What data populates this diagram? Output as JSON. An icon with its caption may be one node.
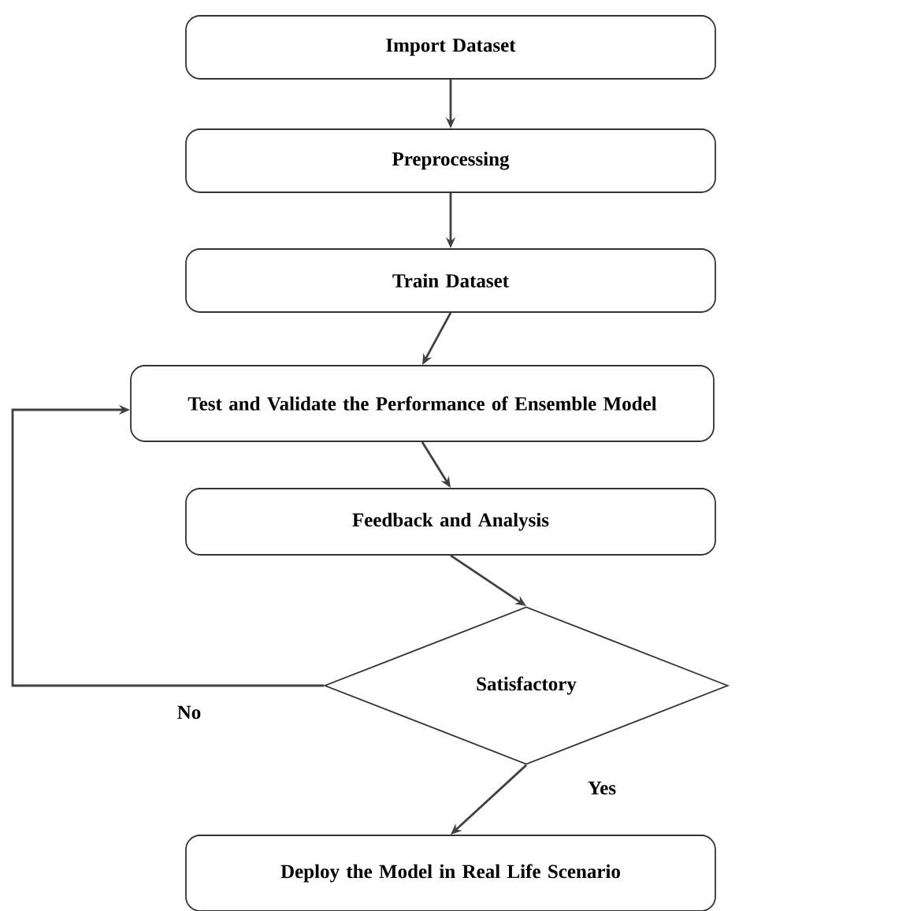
{
  "diagram": {
    "nodes": [
      {
        "text": [
          "Import Dataset"
        ]
      },
      {
        "text": [
          "Preprocessing"
        ]
      },
      {
        "text": [
          "Train Dataset"
        ]
      },
      {
        "text": [
          "Test and Validate the Performance of Ensemble Model"
        ]
      },
      {
        "text": [
          "Feedback and Analysis"
        ]
      },
      {
        "text": [
          "Satisfactory"
        ]
      },
      {
        "text": [
          "Deploy the Model in Real Life Scenario"
        ]
      }
    ],
    "edges": [
      {
        "from": 0,
        "to": 1,
        "arrow": "to"
      },
      {
        "from": 1,
        "to": 2,
        "arrow": "to"
      },
      {
        "from": 2,
        "to": 3,
        "arrow": "to"
      },
      {
        "from": 3,
        "to": 4,
        "arrow": "to"
      },
      {
        "from": 4,
        "to": 5,
        "arrow": "to"
      },
      {
        "from": 5,
        "to": 3,
        "arrow": "to",
        "label": "No"
      },
      {
        "from": 5,
        "to": 6,
        "arrow": "to",
        "label": "Yes"
      }
    ]
  }
}
